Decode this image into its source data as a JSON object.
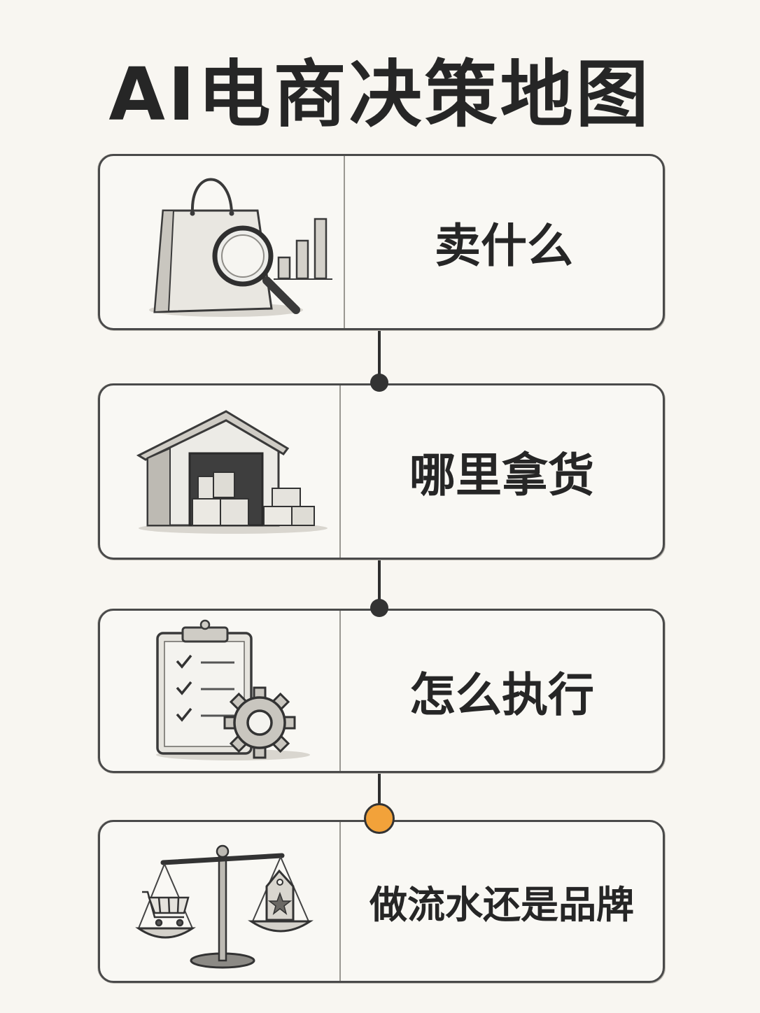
{
  "title": "AI电商决策地图",
  "steps": [
    {
      "label": "卖什么",
      "icon": "shopping-bag-magnifier-chart-icon"
    },
    {
      "label": "哪里拿货",
      "icon": "warehouse-boxes-icon"
    },
    {
      "label": "怎么执行",
      "icon": "clipboard-checklist-gear-icon"
    },
    {
      "label": "做流水还是品牌",
      "icon": "balance-scale-cart-tag-icon"
    }
  ],
  "colors": {
    "accent_node": "#f2a23a",
    "ink": "#262626",
    "background": "#f8f6f1"
  }
}
